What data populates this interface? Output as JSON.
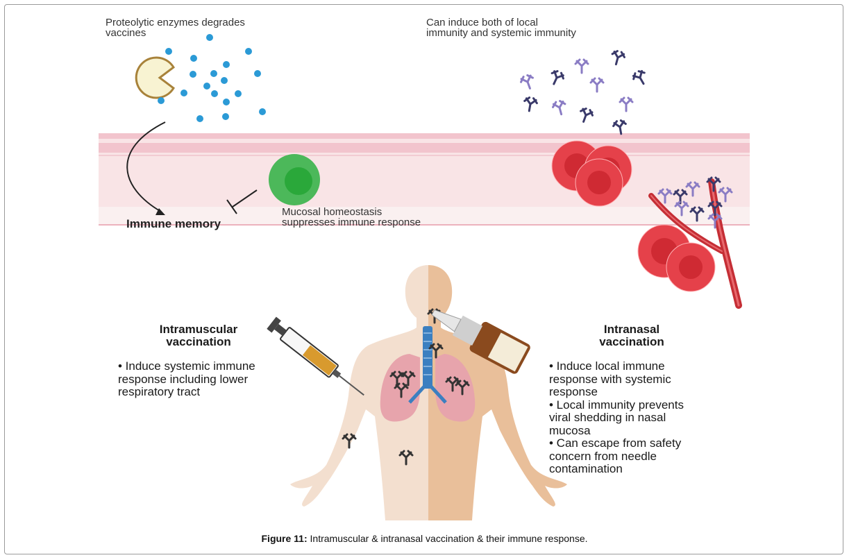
{
  "texts": {
    "enzymes": [
      "Proteolytic enzymes degrades",
      "vaccines"
    ],
    "induce_both": [
      "Can induce both of local",
      "immunity and systemic immunity"
    ],
    "immune_memory": "Immune memory",
    "mucosal": [
      "Mucosal homeostasis",
      "suppresses immune response"
    ],
    "im_title": [
      "Intramuscular",
      "vaccination"
    ],
    "im_bullets": [
      "• Induce systemic immune",
      "response including lower",
      "respiratory tract"
    ],
    "in_title": [
      "Intranasal",
      "vaccination"
    ],
    "in_bullets": [
      "• Induce local immune",
      "response with systemic",
      "response",
      "• Local immunity prevents",
      "viral shedding in nasal",
      "mucosa",
      "• Can escape from safety",
      "concern from needle",
      "contamination"
    ]
  },
  "caption": {
    "label": "Figure 11:",
    "text": " Intramuscular & intranasal vaccination & their immune response."
  },
  "colors": {
    "tissue": "#f9e4e6",
    "tissue_band": "#f2c4cd",
    "blood_cell": "#e5414a",
    "green_cell": "#4cb85a",
    "vaccine_dot": "#2b9ad6",
    "antibody_dark": "#3a3a6a",
    "antibody_light": "#8a7cc4",
    "skin_left": "#f3dfcf",
    "skin_right": "#e9bf9a",
    "lung": "#e7a4ac",
    "trachea": "#3b7fc0"
  }
}
